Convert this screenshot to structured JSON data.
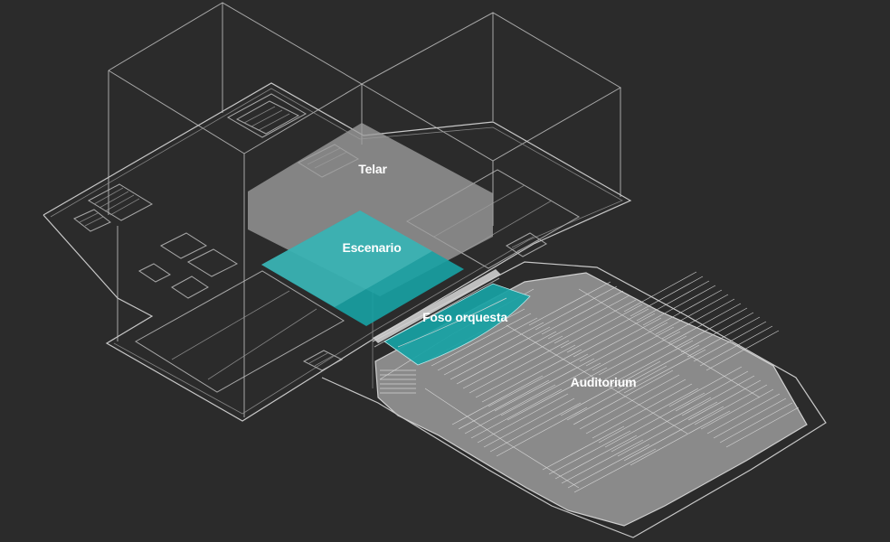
{
  "labels": {
    "telar": "Telar",
    "escenario": "Escenario",
    "foso": "Foso orquesta",
    "auditorium": "Auditorium"
  },
  "colors": {
    "background": "#2b2b2b",
    "escenario": "#17a2a4",
    "foso": "#17a2a4",
    "telar": "#9e9e9e",
    "auditorium": "#8a8a8a",
    "lines": "#c8c8c8"
  }
}
